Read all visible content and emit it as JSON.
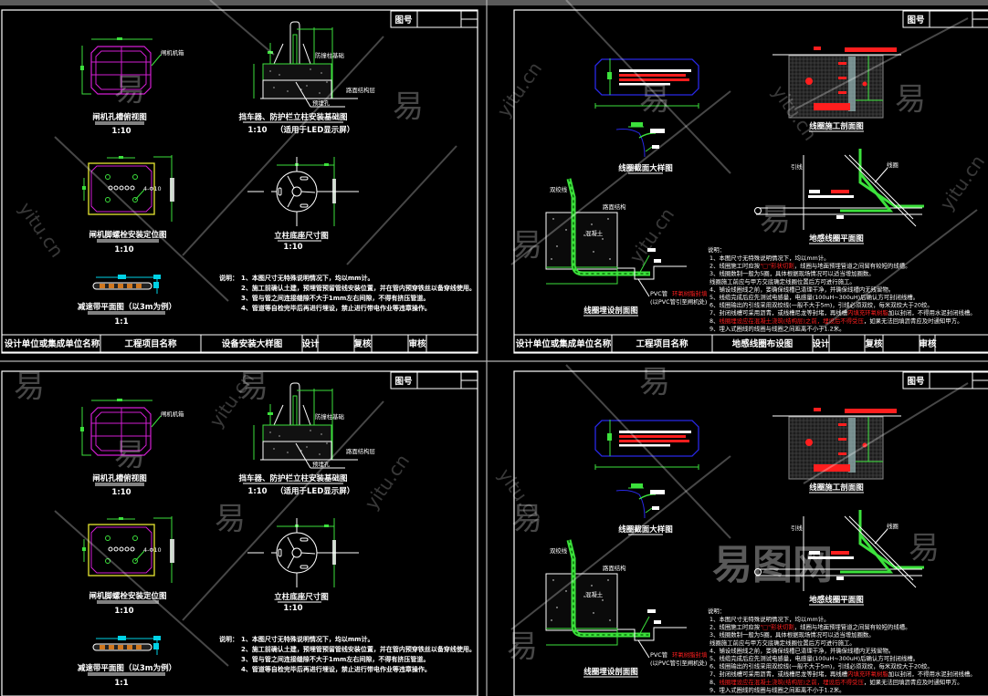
{
  "sheets": {
    "install": {
      "drawing_no_label": "图号",
      "title_block": {
        "designer_org": "设计单位或集成单位名称",
        "project": "工程项目名称",
        "drawing_title": "设备安装大样图",
        "design": "设计",
        "review": "复核",
        "approve": "审核"
      },
      "views": {
        "gate_top": {
          "caption": "闸机孔槽俯视图",
          "scale": "1:10",
          "callout": "闸机机箱"
        },
        "gate_bolt": {
          "caption": "闸机脚螺栓安装定位图",
          "scale": "1:10",
          "callout": "4-Φ10"
        },
        "speed_bump": {
          "caption": "减速带平面图（以3m为例）",
          "scale": "1:1"
        },
        "post_base": {
          "caption": "挡车器、防护栏立柱安装基础图",
          "scale": "1:10",
          "note": "（适用于LED显示屏）",
          "callout_1": "防撞柱基础",
          "callout_2": "路面结构层",
          "callout_3": "预埋孔"
        },
        "post_footing": {
          "caption": "立柱底座尺寸图",
          "scale": "1:10"
        }
      },
      "notes": {
        "heading": "说明：",
        "items": [
          "1、本图尺寸无特殊说明情况下，均以mm计。",
          "2、施工前确认土建，预埋管预留管线安装位置，并在管内预穿铁丝以备穿线使用。",
          "3、管与管之间连接缝隙不大于1mm左右间隙，不得有挤压管道。",
          "4、管道等自检完毕后再进行埋设，禁止进行带电作业等违章操作。"
        ]
      }
    },
    "loop": {
      "drawing_no_label": "图号",
      "title_block": {
        "designer_org": "设计单位或集成单位名称",
        "project": "工程项目名称",
        "drawing_title": "地感线圈布设图",
        "design": "设计",
        "review": "复核",
        "approve": "审核"
      },
      "views": {
        "loop_section_detail": {
          "caption": "线圈截面大样图"
        },
        "loop_construction": {
          "caption": "线圈施工剖面图"
        },
        "loop_plan": {
          "caption": "地感线圈平面图",
          "callout_1": "线圈",
          "callout_2": "引线"
        },
        "loop_burial": {
          "caption": "线圈埋设剖面图",
          "callout_1": "双绞线",
          "callout_2": "路面结构",
          "callout_3": "混凝土",
          "callout_4": "PVC管",
          "red_label": "环氧树脂封填",
          "sub_label": "(以PVC管引至闸机处)"
        }
      },
      "notes": {
        "heading": "说明：",
        "items": [
          [
            {
              "text": "1、本图尺寸无特殊说明情况下，均以mm计。"
            }
          ],
          [
            {
              "text": "2、线圈施工时应按"
            },
            {
              "text": "\"□\"形状切割",
              "red": true
            },
            {
              "text": "，线圈与地面预埋管道之间留有较短的线槽。"
            }
          ],
          [
            {
              "text": "3、线圈数制一般为5圈，具体根据现场情况可以适当增加圈数。"
            }
          ],
          [
            {
              "text": "   线圈施工前应与甲方交底确定线圈位置后方可进行施工。"
            }
          ],
          [
            {
              "text": "4、铺设线圈线之前，要确保线槽已清理干净，并确保线槽内无残留物。"
            }
          ],
          [
            {
              "text": "5、线缆完成后应先测试电感量，电感量(100uH~300uH)后确认方可封闭线槽。"
            }
          ],
          [
            {
              "text": "6、线圈输出的引线采用双绞线(一般不大于5m)，引线必须双绞，每米双绞大于20绞。"
            }
          ],
          [
            {
              "text": "7、封闭线槽可采用沥青，或线槽尼龙等封堵，再线槽"
            },
            {
              "text": "内填充环氧树脂",
              "red": true
            },
            {
              "text": "加以封闭，不得用水泥封闭线槽。"
            }
          ],
          [
            {
              "text": "8、"
            },
            {
              "text": "线圈埋设应在混凝土浇筑(结构层)之前，埋设后不得受压",
              "red": true
            },
            {
              "text": "，如果无法回填沥青应及时通知甲方。"
            }
          ],
          [
            {
              "text": "9、埋入式圈线的线圈与线圈之间距离不小于1.2米。"
            }
          ]
        ]
      }
    }
  },
  "watermark": {
    "glyph": "易",
    "site": "yitu.cn",
    "logo": "易图网"
  },
  "colors": {
    "background": "#000000",
    "line": "#ffffff",
    "green": "#3ce13c",
    "magenta": "#d21ed2",
    "yellow": "#e6e632",
    "cyan": "#00d2e6",
    "red": "#ff1e1e",
    "blue": "#2828e6",
    "divider": "#b4b4b4"
  }
}
